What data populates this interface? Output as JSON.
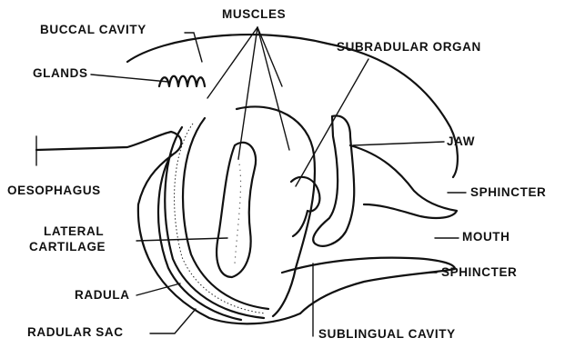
{
  "labels": {
    "buccal_cavity": "BUCCAL CAVITY",
    "muscles": "MUSCLES",
    "glands": "GLANDS",
    "subradular_organ": "SUBRADULAR ORGAN",
    "jaw": "JAW",
    "oesophagus": "OESOPHAGUS",
    "sphincter_upper": "SPHINCTER",
    "lateral": "LATERAL",
    "cartilage": "CARTILAGE",
    "mouth": "MOUTH",
    "sphincter_lower": "SPHINCTER",
    "radula": "RADULA",
    "radular_sac": "RADULAR SAC",
    "sublingual_cavity": "SUBLINGUAL CAVITY"
  },
  "colors": {
    "ink": "#111111",
    "paper": "#ffffff"
  }
}
